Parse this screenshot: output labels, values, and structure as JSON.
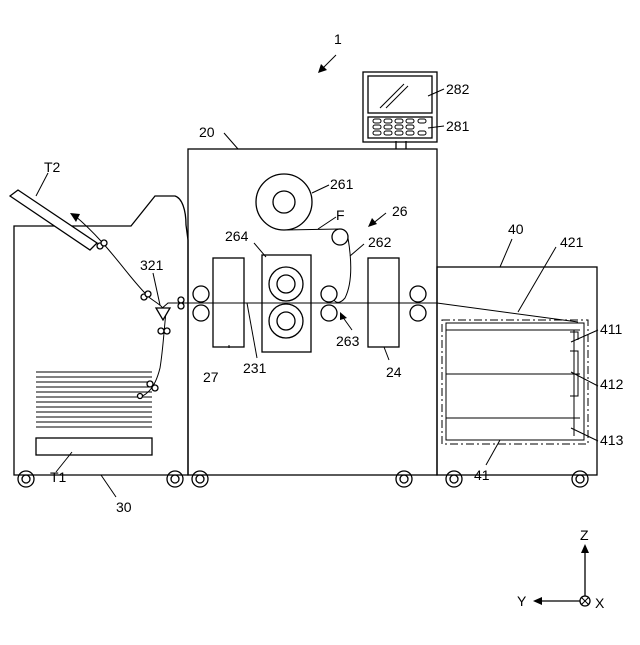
{
  "labels": {
    "machine": "1",
    "sheet_feeder": "20",
    "post_processor": "30",
    "large_tray_unit": "40",
    "tray_cabinet": "41",
    "cabinet_frame": "421",
    "tray_1": "411",
    "tray_2": "412",
    "tray_3": "413",
    "output_tray": "T2",
    "stack_tray": "T1",
    "branch_guide": "321",
    "roll_unit": "26",
    "roll": "261",
    "web": "F",
    "guide_roller": "262",
    "cutter_pair": "263",
    "cutter_unit": "264",
    "drum_unit": "231",
    "left_block": "27",
    "right_block": "24",
    "display": "282",
    "keypad": "281"
  },
  "axes": {
    "z": "Z",
    "y": "Y",
    "x": "X"
  }
}
